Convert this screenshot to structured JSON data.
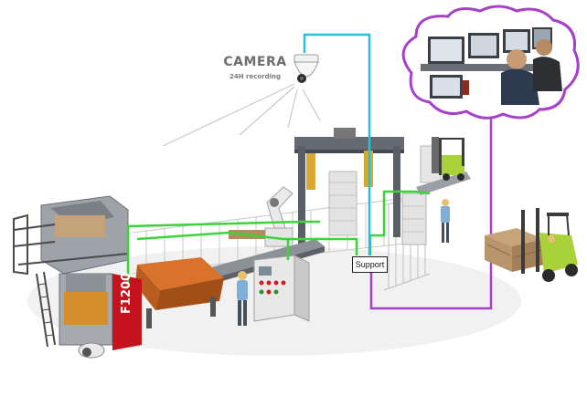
{
  "camera": {
    "title": "CAMERA",
    "subtitle": "24H recording"
  },
  "support": {
    "label": "Support"
  },
  "machine": {
    "brand": "F1200"
  },
  "colors": {
    "ethernet_cyan": "#22c3d6",
    "ethernet_purple": "#a540c9",
    "network_green": "#3bd43b",
    "forklift": "#a9d23a",
    "machine_red": "#c6121d",
    "frame_dark": "#5a5f66",
    "pallet": "#b8956a"
  },
  "icons": {
    "camera": "dome-camera-icon",
    "monitoring": "control-room-cloud-icon",
    "operator": "worker-icon",
    "forklift": "forklift-icon"
  }
}
